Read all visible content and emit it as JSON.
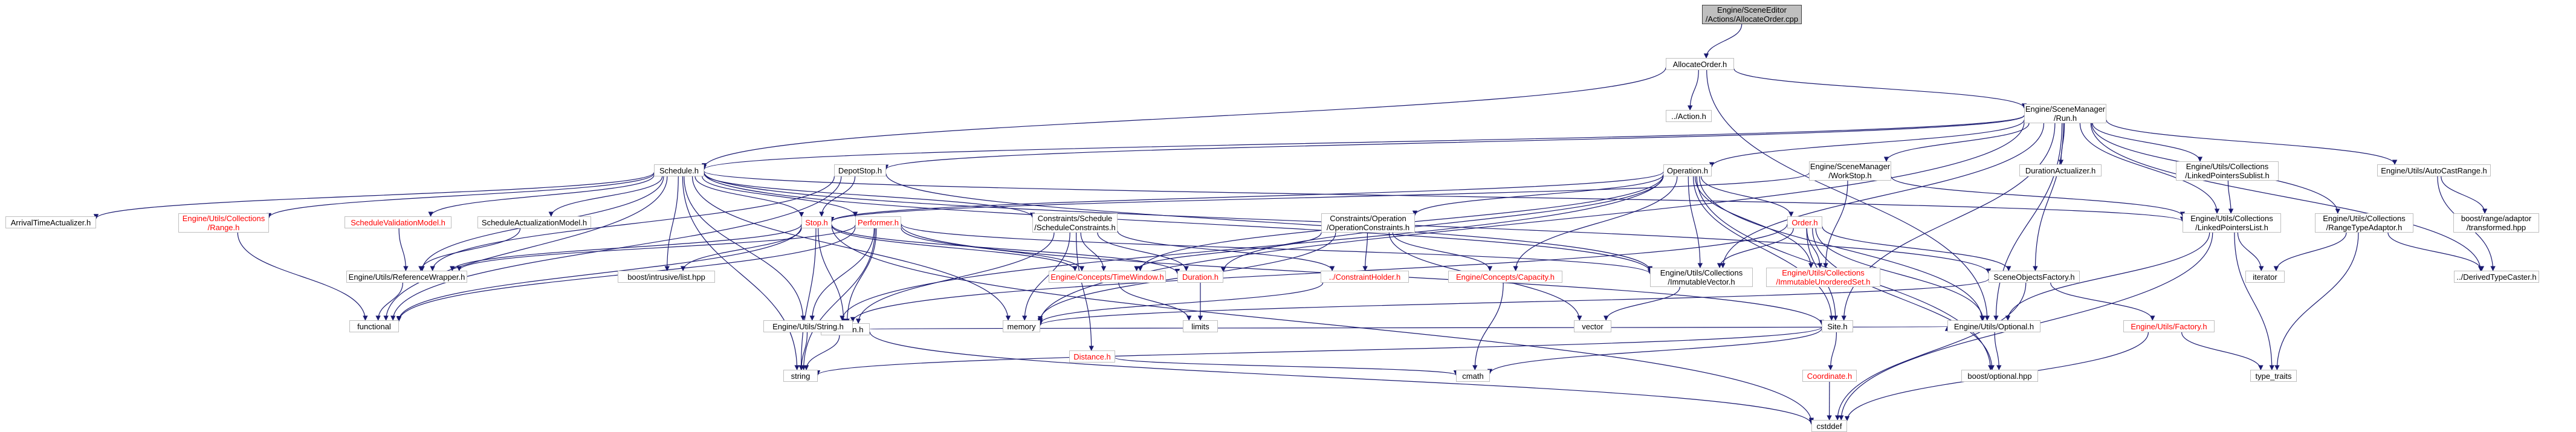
{
  "graph": {
    "edge_color": "#191970",
    "node_border": "#bfbfbf",
    "root_fill": "#bfbfbf",
    "missing_text_color": "#ff0000",
    "nodes": [
      {
        "id": "root",
        "lines": [
          "Engine/SceneEditor",
          "/Actions/AllocateOrder.cpp"
        ],
        "style": "root"
      },
      {
        "id": "allocateorder_h",
        "lines": [
          "AllocateOrder.h"
        ]
      },
      {
        "id": "action_h",
        "lines": [
          "../Action.h"
        ]
      },
      {
        "id": "scene_run_h",
        "lines": [
          "Engine/SceneManager",
          "/Run.h"
        ]
      },
      {
        "id": "schedule_h",
        "lines": [
          "Schedule.h"
        ]
      },
      {
        "id": "depotstop_h",
        "lines": [
          "DepotStop.h"
        ]
      },
      {
        "id": "operation_h",
        "lines": [
          "Operation.h"
        ]
      },
      {
        "id": "workstop_h",
        "lines": [
          "Engine/SceneManager",
          "/WorkStop.h"
        ]
      },
      {
        "id": "durationactualizer_h",
        "lines": [
          "DurationActualizer.h"
        ]
      },
      {
        "id": "linkedpointerssublist_h",
        "lines": [
          "Engine/Utils/Collections",
          "/LinkedPointersSublist.h"
        ]
      },
      {
        "id": "autocastrange_h",
        "lines": [
          "Engine/Utils/AutoCastRange.h"
        ]
      },
      {
        "id": "arrivaltimeactualizer_h",
        "lines": [
          "ArrivalTimeActualizer.h"
        ]
      },
      {
        "id": "range_h",
        "lines": [
          "Engine/Utils/Collections",
          "/Range.h"
        ],
        "style": "red"
      },
      {
        "id": "schedulevalidationmodel_h",
        "lines": [
          "ScheduleValidationModel.h"
        ],
        "style": "red"
      },
      {
        "id": "scheduleactualizationmodel_h",
        "lines": [
          "ScheduleActualizationModel.h"
        ]
      },
      {
        "id": "stop_h",
        "lines": [
          "Stop.h"
        ],
        "style": "red"
      },
      {
        "id": "performer_h",
        "lines": [
          "Performer.h"
        ],
        "style": "red"
      },
      {
        "id": "scheduleconstraints_h",
        "lines": [
          "Constraints/Schedule",
          "/ScheduleConstraints.h"
        ]
      },
      {
        "id": "operationconstraints_h",
        "lines": [
          "Constraints/Operation",
          "/OperationConstraints.h"
        ]
      },
      {
        "id": "order_h",
        "lines": [
          "Order.h"
        ],
        "style": "red"
      },
      {
        "id": "linkedpointerslist_h",
        "lines": [
          "Engine/Utils/Collections",
          "/LinkedPointersList.h"
        ]
      },
      {
        "id": "rangetypeadaptor_h",
        "lines": [
          "Engine/Utils/Collections",
          "/RangeTypeAdaptor.h"
        ]
      },
      {
        "id": "boost_transformed",
        "lines": [
          "boost/range/adaptor",
          "/transformed.hpp"
        ],
        "style": "plain"
      },
      {
        "id": "referencewrapper_h",
        "lines": [
          "Engine/Utils/ReferenceWrapper.h"
        ]
      },
      {
        "id": "boost_intrusive",
        "lines": [
          "boost/intrusive/list.hpp"
        ],
        "style": "plain"
      },
      {
        "id": "timewindow_h",
        "lines": [
          "Engine/Concepts/TimeWindow.h"
        ],
        "style": "red"
      },
      {
        "id": "duration_h",
        "lines": [
          "Duration.h"
        ],
        "style": "red"
      },
      {
        "id": "constraintholder_h",
        "lines": [
          "../ConstraintHolder.h"
        ],
        "style": "red"
      },
      {
        "id": "capacity_h",
        "lines": [
          "Engine/Concepts/Capacity.h"
        ],
        "style": "red"
      },
      {
        "id": "immutablevector_h",
        "lines": [
          "Engine/Utils/Collections",
          "/ImmutableVector.h"
        ]
      },
      {
        "id": "immutableunorderedset_h",
        "lines": [
          "Engine/Utils/Collections",
          "/ImmutableUnorderedSet.h"
        ],
        "style": "red"
      },
      {
        "id": "sceneobjectsfactory_h",
        "lines": [
          "SceneObjectsFactory.h"
        ]
      },
      {
        "id": "iterator",
        "lines": [
          "iterator"
        ],
        "style": "plain"
      },
      {
        "id": "derivedtypecaster_h",
        "lines": [
          "../DerivedTypeCaster.h"
        ]
      },
      {
        "id": "location_h",
        "lines": [
          "Location.h"
        ]
      },
      {
        "id": "functional",
        "lines": [
          "functional"
        ],
        "style": "plain"
      },
      {
        "id": "string_h",
        "lines": [
          "Engine/Utils/String.h"
        ]
      },
      {
        "id": "memory",
        "lines": [
          "memory"
        ],
        "style": "plain"
      },
      {
        "id": "limits",
        "lines": [
          "limits"
        ],
        "style": "plain"
      },
      {
        "id": "vector",
        "lines": [
          "vector"
        ],
        "style": "plain"
      },
      {
        "id": "site_h",
        "lines": [
          "Site.h"
        ]
      },
      {
        "id": "optional_h",
        "lines": [
          "Engine/Utils/Optional.h"
        ]
      },
      {
        "id": "factory_h",
        "lines": [
          "Engine/Utils/Factory.h"
        ],
        "style": "red"
      },
      {
        "id": "distance_h",
        "lines": [
          "Distance.h"
        ],
        "style": "red"
      },
      {
        "id": "string",
        "lines": [
          "string"
        ],
        "style": "plain"
      },
      {
        "id": "cmath",
        "lines": [
          "cmath"
        ],
        "style": "plain"
      },
      {
        "id": "coordinate_h",
        "lines": [
          "Coordinate.h"
        ],
        "style": "red"
      },
      {
        "id": "boost_optional",
        "lines": [
          "boost/optional.hpp"
        ],
        "style": "plain"
      },
      {
        "id": "type_traits",
        "lines": [
          "type_traits"
        ],
        "style": "plain"
      },
      {
        "id": "cstddef",
        "lines": [
          "cstddef"
        ],
        "style": "plain"
      }
    ],
    "edges": [
      [
        "root",
        "allocateorder_h"
      ],
      [
        "allocateorder_h",
        "action_h"
      ],
      [
        "allocateorder_h",
        "scene_run_h"
      ],
      [
        "allocateorder_h",
        "schedule_h"
      ],
      [
        "allocateorder_h",
        "optional_h"
      ],
      [
        "scene_run_h",
        "schedule_h"
      ],
      [
        "scene_run_h",
        "depotstop_h"
      ],
      [
        "scene_run_h",
        "operation_h"
      ],
      [
        "scene_run_h",
        "workstop_h"
      ],
      [
        "scene_run_h",
        "durationactualizer_h"
      ],
      [
        "scene_run_h",
        "linkedpointerssublist_h"
      ],
      [
        "scene_run_h",
        "autocastrange_h"
      ],
      [
        "scene_run_h",
        "linkedpointerslist_h"
      ],
      [
        "scene_run_h",
        "rangetypeadaptor_h"
      ],
      [
        "scene_run_h",
        "sceneobjectsfactory_h"
      ],
      [
        "scene_run_h",
        "site_h"
      ],
      [
        "scene_run_h",
        "memory"
      ],
      [
        "scene_run_h",
        "immutablevector_h"
      ],
      [
        "scene_run_h",
        "derivedtypecaster_h"
      ],
      [
        "scene_run_h",
        "optional_h"
      ],
      [
        "schedule_h",
        "arrivaltimeactualizer_h"
      ],
      [
        "schedule_h",
        "range_h"
      ],
      [
        "schedule_h",
        "schedulevalidationmodel_h"
      ],
      [
        "schedule_h",
        "scheduleactualizationmodel_h"
      ],
      [
        "schedule_h",
        "stop_h"
      ],
      [
        "schedule_h",
        "performer_h"
      ],
      [
        "schedule_h",
        "scheduleconstraints_h"
      ],
      [
        "schedule_h",
        "referencewrapper_h"
      ],
      [
        "schedule_h",
        "boost_intrusive"
      ],
      [
        "schedule_h",
        "functional"
      ],
      [
        "schedule_h",
        "string"
      ],
      [
        "schedule_h",
        "linkedpointerslist_h"
      ],
      [
        "schedule_h",
        "sceneobjectsfactory_h"
      ],
      [
        "schedule_h",
        "immutablevector_h"
      ],
      [
        "schedule_h",
        "memory"
      ],
      [
        "schedule_h",
        "string_h"
      ],
      [
        "depotstop_h",
        "stop_h"
      ],
      [
        "depotstop_h",
        "referencewrapper_h"
      ],
      [
        "depotstop_h",
        "functional"
      ],
      [
        "depotstop_h",
        "immutablevector_h"
      ],
      [
        "operation_h",
        "operationconstraints_h"
      ],
      [
        "operation_h",
        "order_h"
      ],
      [
        "operation_h",
        "stop_h"
      ],
      [
        "operation_h",
        "timewindow_h"
      ],
      [
        "operation_h",
        "duration_h"
      ],
      [
        "operation_h",
        "capacity_h"
      ],
      [
        "operation_h",
        "immutablevector_h"
      ],
      [
        "operation_h",
        "site_h"
      ],
      [
        "operation_h",
        "string_h"
      ],
      [
        "operation_h",
        "optional_h"
      ],
      [
        "operation_h",
        "boost_optional"
      ],
      [
        "operation_h",
        "immutableunorderedset_h"
      ],
      [
        "workstop_h",
        "stop_h"
      ],
      [
        "workstop_h",
        "linkedpointerslist_h"
      ],
      [
        "workstop_h",
        "immutableunorderedset_h"
      ],
      [
        "linkedpointerssublist_h",
        "linkedpointerslist_h"
      ],
      [
        "autocastrange_h",
        "boost_transformed"
      ],
      [
        "autocastrange_h",
        "derivedtypecaster_h"
      ],
      [
        "range_h",
        "functional"
      ],
      [
        "schedulevalidationmodel_h",
        "referencewrapper_h"
      ],
      [
        "scheduleactualizationmodel_h",
        "referencewrapper_h"
      ],
      [
        "stop_h",
        "location_h"
      ],
      [
        "stop_h",
        "duration_h"
      ],
      [
        "stop_h",
        "referencewrapper_h"
      ],
      [
        "stop_h",
        "boost_intrusive"
      ],
      [
        "stop_h",
        "timewindow_h"
      ],
      [
        "stop_h",
        "functional"
      ],
      [
        "stop_h",
        "string"
      ],
      [
        "stop_h",
        "cstddef"
      ],
      [
        "performer_h",
        "referencewrapper_h"
      ],
      [
        "performer_h",
        "location_h"
      ],
      [
        "performer_h",
        "string_h"
      ],
      [
        "performer_h",
        "timewindow_h"
      ],
      [
        "performer_h",
        "immutablevector_h"
      ],
      [
        "performer_h",
        "site_h"
      ],
      [
        "performer_h",
        "functional"
      ],
      [
        "performer_h",
        "string"
      ],
      [
        "scheduleconstraints_h",
        "constraintholder_h"
      ],
      [
        "scheduleconstraints_h",
        "timewindow_h"
      ],
      [
        "scheduleconstraints_h",
        "duration_h"
      ],
      [
        "scheduleconstraints_h",
        "distance_h"
      ],
      [
        "scheduleconstraints_h",
        "memory"
      ],
      [
        "scheduleconstraints_h",
        "location_h"
      ],
      [
        "operationconstraints_h",
        "constraintholder_h"
      ],
      [
        "operationconstraints_h",
        "capacity_h"
      ],
      [
        "operationconstraints_h",
        "timewindow_h"
      ],
      [
        "operationconstraints_h",
        "memory"
      ],
      [
        "operationconstraints_h",
        "vector"
      ],
      [
        "order_h",
        "immutablevector_h"
      ],
      [
        "order_h",
        "immutableunorderedset_h"
      ],
      [
        "order_h",
        "sceneobjectsfactory_h"
      ],
      [
        "order_h",
        "site_h"
      ],
      [
        "order_h",
        "optional_h"
      ],
      [
        "order_h",
        "string_h"
      ],
      [
        "order_h",
        "boost_optional"
      ],
      [
        "linkedpointerslist_h",
        "iterator"
      ],
      [
        "linkedpointerslist_h",
        "type_traits"
      ],
      [
        "linkedpointerslist_h",
        "cstddef"
      ],
      [
        "linkedpointerslist_h",
        "optional_h"
      ],
      [
        "rangetypeadaptor_h",
        "iterator"
      ],
      [
        "rangetypeadaptor_h",
        "type_traits"
      ],
      [
        "rangetypeadaptor_h",
        "derivedtypecaster_h"
      ],
      [
        "referencewrapper_h",
        "functional"
      ],
      [
        "timewindow_h",
        "limits"
      ],
      [
        "duration_h",
        "limits"
      ],
      [
        "constraintholder_h",
        "memory"
      ],
      [
        "capacity_h",
        "cmath"
      ],
      [
        "immutablevector_h",
        "vector"
      ],
      [
        "sceneobjectsfactory_h",
        "factory_h"
      ],
      [
        "sceneobjectsfactory_h",
        "memory"
      ],
      [
        "sceneobjectsfactory_h",
        "cstddef"
      ],
      [
        "location_h",
        "string_h"
      ],
      [
        "location_h",
        "optional_h"
      ],
      [
        "location_h",
        "string"
      ],
      [
        "location_h",
        "cstddef"
      ],
      [
        "string_h",
        "string"
      ],
      [
        "site_h",
        "coordinate_h"
      ],
      [
        "site_h",
        "string"
      ],
      [
        "site_h",
        "cmath"
      ],
      [
        "optional_h",
        "boost_optional"
      ],
      [
        "factory_h",
        "type_traits"
      ],
      [
        "factory_h",
        "cstddef"
      ],
      [
        "distance_h",
        "cmath"
      ],
      [
        "coordinate_h",
        "cstddef"
      ]
    ]
  }
}
